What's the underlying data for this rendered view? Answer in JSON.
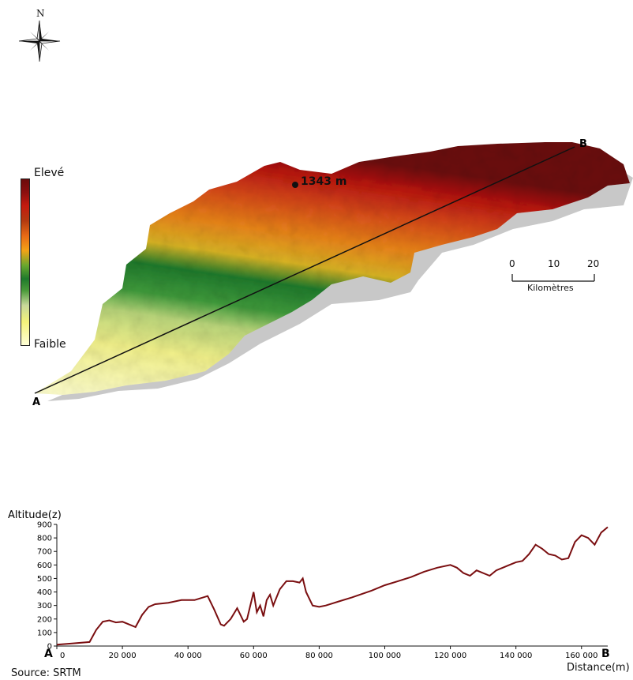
{
  "map": {
    "north_label": "N",
    "legend": {
      "high_label": "Elevé",
      "low_label": "Faible"
    },
    "peak": {
      "label": "1343 m"
    },
    "transect": {
      "start_label": "A",
      "end_label": "B"
    },
    "scale": {
      "ticks": [
        "0",
        "10",
        "20"
      ],
      "unit_label": "Kilomètres"
    },
    "colors": {
      "high": "#6b0b0b",
      "mid_orange": "#e86a16",
      "mid_green": "#1f7a2c",
      "low": "#ffffd8",
      "shadow": "#c8c8c8"
    }
  },
  "chart_data": {
    "type": "line",
    "title": "",
    "ylabel": "Altitude(z)",
    "xlabel": "Distance(m)",
    "xlim": [
      0,
      168000
    ],
    "ylim": [
      0,
      900
    ],
    "x_ticks": [
      0,
      20000,
      40000,
      60000,
      80000,
      100000,
      120000,
      140000,
      160000
    ],
    "x_tick_labels": [
      "0",
      "20 000",
      "40 000",
      "60 000",
      "80 000",
      "100 000",
      "120 000",
      "140 000",
      "160 000"
    ],
    "y_ticks": [
      0,
      100,
      200,
      300,
      400,
      500,
      600,
      700,
      800,
      900
    ],
    "y_tick_labels": [
      "0",
      "100",
      "200",
      "300",
      "400",
      "500",
      "600",
      "700",
      "800",
      "900"
    ],
    "start_label": "A",
    "end_label": "B",
    "series": [
      {
        "color": "#7a0e10",
        "x": [
          0,
          5000,
          10000,
          12000,
          14000,
          16000,
          18000,
          20000,
          22000,
          24000,
          26000,
          28000,
          30000,
          34000,
          38000,
          42000,
          46000,
          48000,
          50000,
          51000,
          53000,
          55000,
          57000,
          58000,
          60000,
          61000,
          62000,
          63000,
          64000,
          65000,
          66000,
          68000,
          70000,
          72000,
          74000,
          75000,
          76000,
          78000,
          80000,
          82000,
          86000,
          90000,
          96000,
          100000,
          104000,
          108000,
          112000,
          116000,
          120000,
          122000,
          124000,
          126000,
          128000,
          132000,
          134000,
          136000,
          138000,
          140000,
          142000,
          144000,
          146000,
          148000,
          150000,
          152000,
          154000,
          156000,
          158000,
          160000,
          162000,
          164000,
          166000,
          168000
        ],
        "y": [
          10,
          20,
          30,
          120,
          180,
          190,
          175,
          180,
          160,
          140,
          230,
          290,
          310,
          320,
          340,
          340,
          370,
          270,
          160,
          150,
          200,
          280,
          180,
          200,
          400,
          250,
          300,
          220,
          340,
          380,
          300,
          420,
          480,
          480,
          470,
          500,
          400,
          300,
          290,
          300,
          330,
          360,
          410,
          450,
          480,
          510,
          550,
          580,
          600,
          580,
          540,
          520,
          560,
          520,
          560,
          580,
          600,
          620,
          630,
          680,
          750,
          720,
          680,
          670,
          640,
          650,
          770,
          820,
          800,
          750,
          840,
          880
        ]
      }
    ]
  },
  "source_label": "Source: SRTM"
}
